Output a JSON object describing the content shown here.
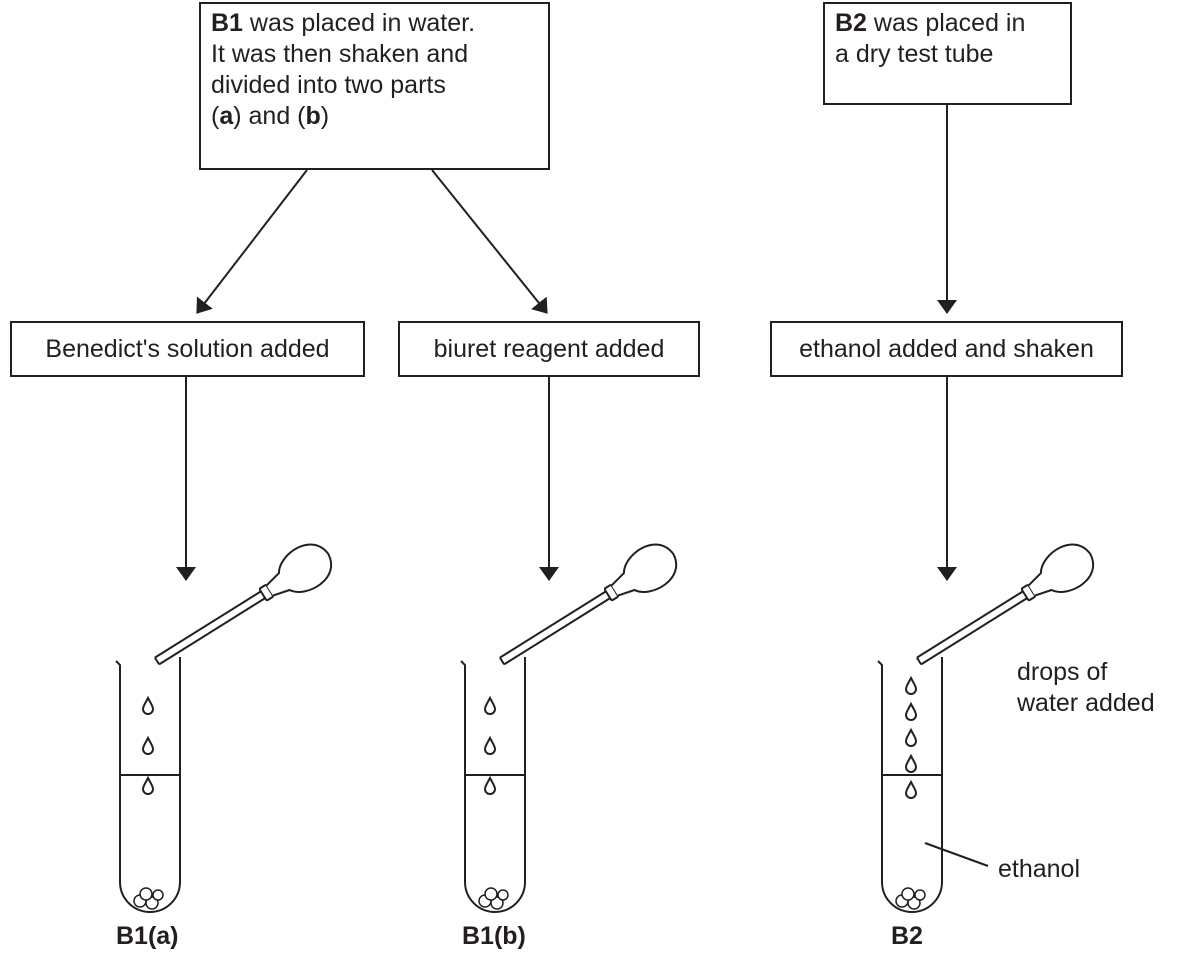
{
  "b1_box": {
    "code": "B1",
    "line1_rest": " was placed in water.",
    "line2": "It was then shaken and",
    "line3": "divided into two parts",
    "part_a_open": "(",
    "part_a": "a",
    "part_and": ") and (",
    "part_b": "b",
    "part_close": ")"
  },
  "b2_box": {
    "code": "B2",
    "line1_rest": " was placed in",
    "line2": "a dry test tube"
  },
  "steps": {
    "benedict": "Benedict's solution added",
    "biuret": "biuret reagent added",
    "ethanol": "ethanol added and shaken"
  },
  "tube_labels": {
    "b1a": "B1(a)",
    "b1b": "B1(b)",
    "b2": "B2"
  },
  "annotations": {
    "drops_line1": "drops of",
    "drops_line2": "water added",
    "ethanol": "ethanol"
  },
  "colors": {
    "ink": "#231f20",
    "background": "#ffffff"
  }
}
